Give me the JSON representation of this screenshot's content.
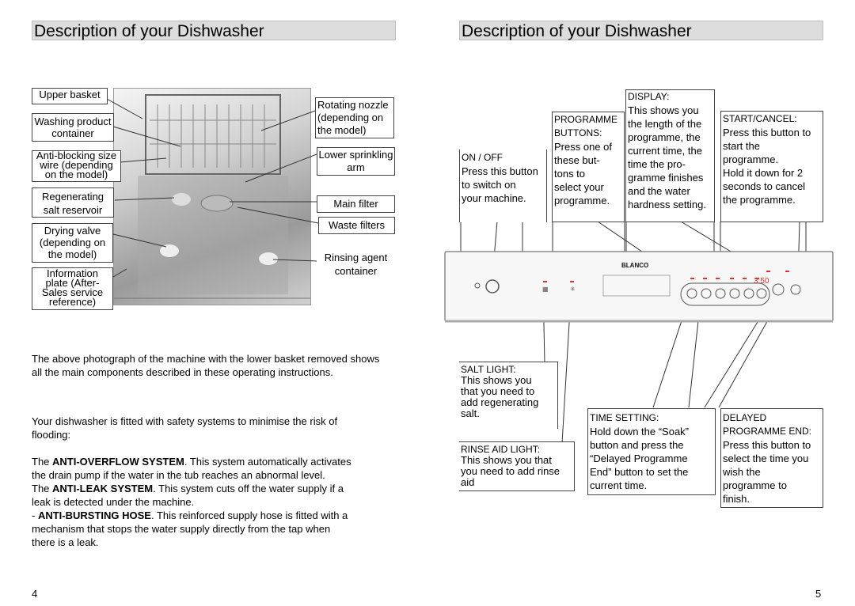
{
  "left": {
    "title": "Description of your Dishwasher",
    "labels": {
      "upper_basket": "Upper basket",
      "washing_product_1": "Washing product",
      "washing_product_2": "container",
      "anti_blocking_1": "Anti-blocking size",
      "anti_blocking_2": "wire (depending",
      "anti_blocking_3": "on the model)",
      "regen_1": "Regenerating",
      "regen_2": "salt reservoir",
      "drying_1": "Drying valve",
      "drying_2": "(depending on",
      "drying_3": "the model)",
      "info_1": "Information",
      "info_2": "plate (After-",
      "info_3": "Sales service",
      "info_4": "reference)",
      "rot_1": "Rotating nozzle",
      "rot_2": "(depending on",
      "rot_3": "the model)",
      "lower_1": "Lower sprinkling",
      "lower_2": "arm",
      "main_filter": "Main filter",
      "waste_filters": "Waste filters",
      "rinsing_1": "Rinsing agent",
      "rinsing_2": "container"
    },
    "para1_l1": "The above photograph of the machine with the lower basket removed shows",
    "para1_l2": "all the main components described in these operating instructions.",
    "para2_l1": "Your dishwasher is fitted with safety systems to minimise the risk of",
    "para2_l2": "flooding:",
    "overflow_pre": "The ",
    "overflow_bold": "ANTI-OVERFLOW SYSTEM",
    "overflow_rest1": ". This system automatically activates",
    "overflow_l2": "the drain pump if the water in the tub reaches an abnormal level.",
    "leak_pre": "The ",
    "leak_bold": "ANTI-LEAK SYSTEM",
    "leak_rest1": ". This system cuts off the water supply if a",
    "leak_l2": "leak is detected under the machine.",
    "hose_pre": "- ",
    "hose_bold": "ANTI-BURSTING HOSE",
    "hose_rest1": ". This reinforced supply hose is fitted with a",
    "hose_l2": "mechanism that stops the water supply directly from the tap when",
    "hose_l3": "there is a leak.",
    "page_number": "4"
  },
  "right": {
    "title": "Description of your Dishwasher",
    "on_off": [
      "ON / OFF",
      "Press this button",
      "to switch on",
      "your machine."
    ],
    "programme": [
      "PROGRAMME",
      "BUTTONS:",
      "Press one of",
      "these but-",
      "tons to",
      "select your",
      "programme."
    ],
    "display": [
      "DISPLAY:",
      "This shows you",
      "the length of the",
      "programme, the",
      "current time, the",
      "time the pro-",
      "gramme finishes",
      "and the water",
      "hardness setting."
    ],
    "start": [
      "START/CANCEL:",
      "Press this button to",
      "start the",
      "programme.",
      "Hold it down for 2",
      "seconds to cancel",
      "the programme."
    ],
    "salt": [
      "SALT LIGHT:",
      "This shows you",
      "that you need to",
      "add regenerating",
      "salt."
    ],
    "rinse": [
      "RINSE AID LIGHT:",
      "This shows you that",
      "you need to add rinse",
      "aid"
    ],
    "time": [
      "TIME SETTING:",
      "Hold down the “Soak”",
      "button and press the",
      "“Delayed Programme",
      "End” button to set the",
      "current time."
    ],
    "delayed": [
      "DELAYED",
      "PROGRAMME END:",
      "Press this button to",
      "select the time you",
      "wish the",
      "programme to",
      "finish."
    ],
    "brand": "BLANCO",
    "display_readout": "3:50",
    "page_number": "5"
  }
}
